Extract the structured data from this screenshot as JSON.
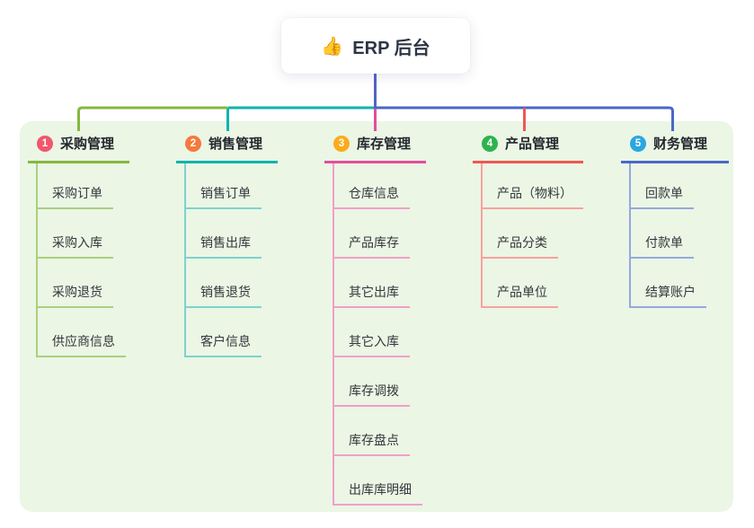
{
  "root": {
    "emoji": "👍",
    "label": "ERP 后台"
  },
  "branches": [
    {
      "num": "1",
      "label": "采购管理",
      "badge_color": "#f1566d",
      "line_color": "#84b840",
      "child_line_color": "#a9d07e",
      "children": [
        "采购订单",
        "采购入库",
        "采购退货",
        "供应商信息"
      ]
    },
    {
      "num": "2",
      "label": "销售管理",
      "badge_color": "#f5793b",
      "line_color": "#10b3ad",
      "child_line_color": "#7fd2cc",
      "children": [
        "销售订单",
        "销售出库",
        "销售退货",
        "客户信息"
      ]
    },
    {
      "num": "3",
      "label": "库存管理",
      "badge_color": "#fbab1b",
      "line_color": "#e34d9c",
      "child_line_color": "#f19fc9",
      "children": [
        "仓库信息",
        "产品库存",
        "其它出库",
        "其它入库",
        "库存调拨",
        "库存盘点",
        "出库库明细"
      ]
    },
    {
      "num": "4",
      "label": "产品管理",
      "badge_color": "#2eb350",
      "line_color": "#f05752",
      "child_line_color": "#f7a29d",
      "children": [
        "产品（物料）",
        "产品分类",
        "产品单位"
      ]
    },
    {
      "num": "5",
      "label": "财务管理",
      "badge_color": "#2aa7e1",
      "line_color": "#4a67c8",
      "child_line_color": "#94a9dc",
      "children": [
        "回款单",
        "付款单",
        "结算账户"
      ]
    }
  ],
  "colors": {
    "panel_background": "#ebf6e5",
    "root_connector": "#5363c6",
    "canvas_background": "#ffffff"
  }
}
